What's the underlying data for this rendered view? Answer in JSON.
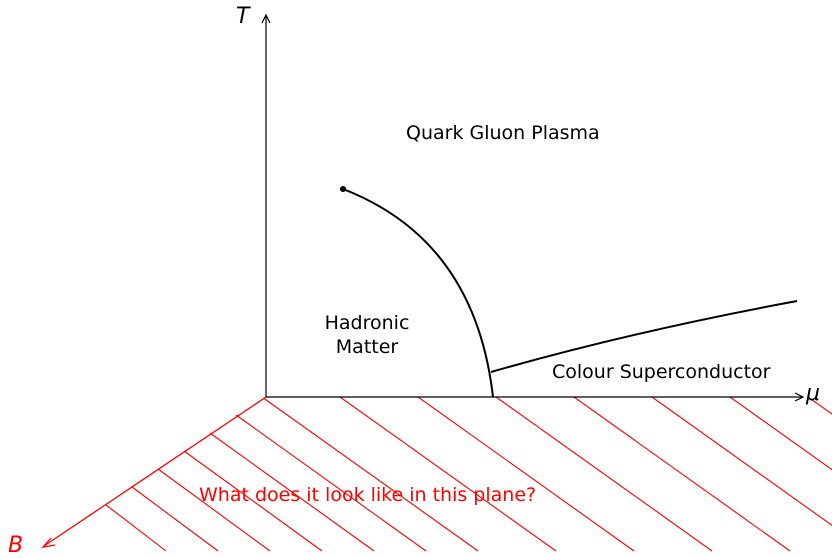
{
  "axes": {
    "temperature": "T",
    "chemical_potential": "μ",
    "magnetic_field": "B"
  },
  "regions": {
    "quark_gluon_plasma": "Quark Gluon Plasma",
    "hadronic_matter_line1": "Hadronic",
    "hadronic_matter_line2": "Matter",
    "colour_superconductor": "Colour Superconductor"
  },
  "question": "What does it look like in this plane?",
  "colors": {
    "axes": "#000000",
    "phase_boundary": "#000000",
    "hatched_plane": "#ff0000",
    "question_text": "#ff0000"
  }
}
